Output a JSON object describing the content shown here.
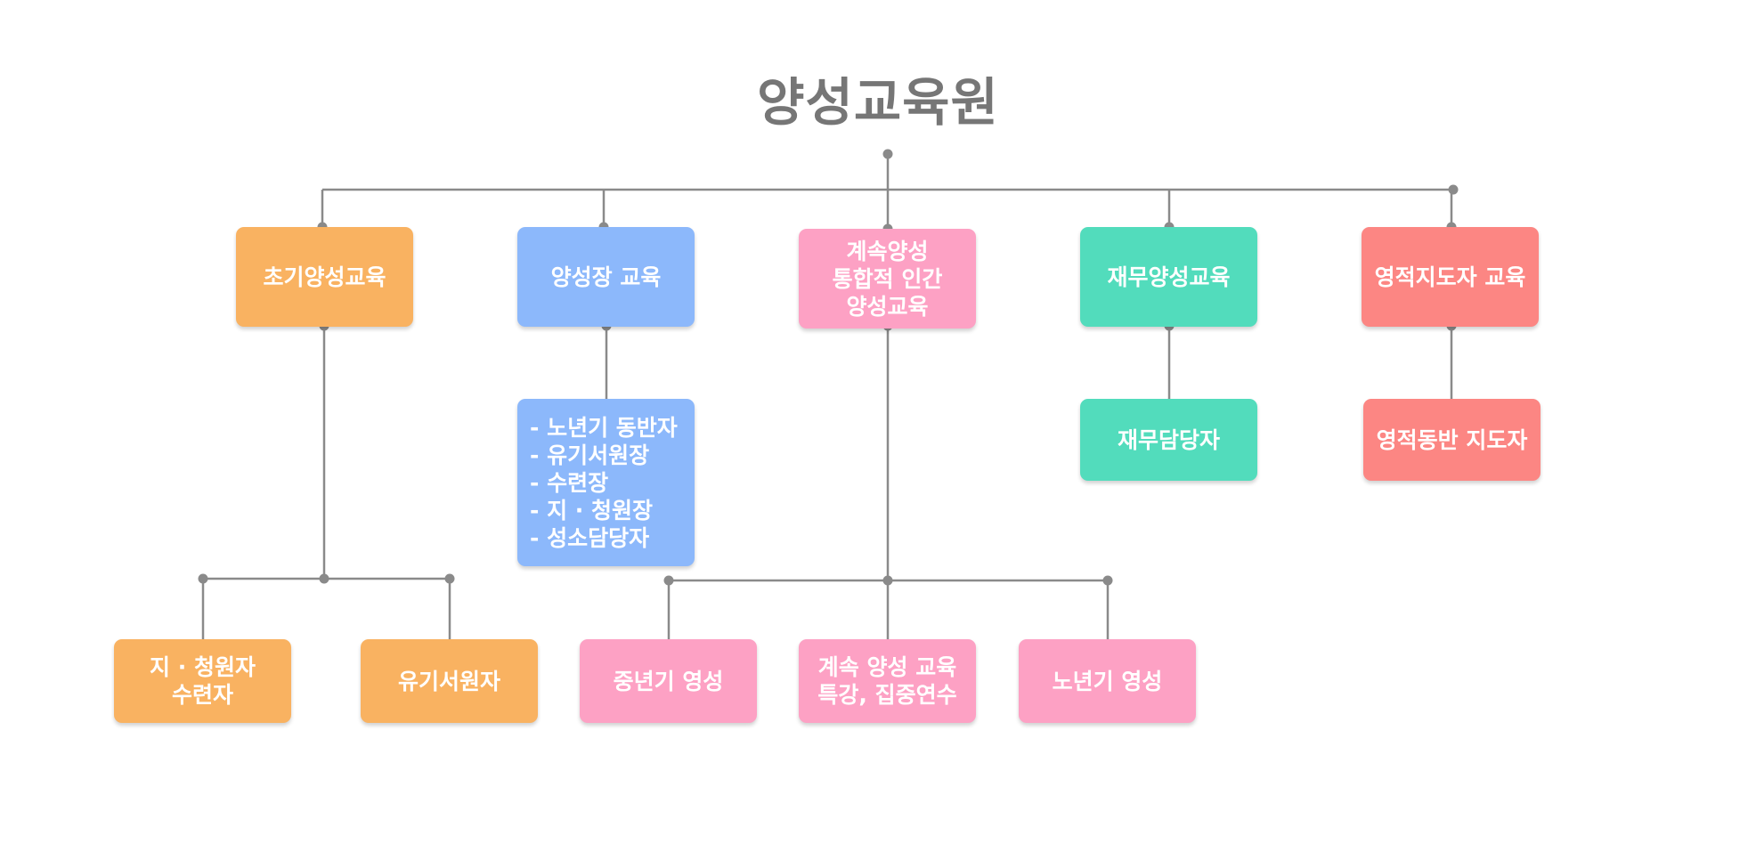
{
  "title": "양성교육원",
  "colors": {
    "orange": "#f9b261",
    "blue": "#8cb8fb",
    "pink": "#fda1c4",
    "teal": "#52dcbc",
    "red": "#fc8683",
    "line": "#8a8a8a",
    "title": "#767676"
  },
  "branches": {
    "initial": {
      "label": "초기양성교육",
      "children": [
        "지 · 청원자\n수련자",
        "유기서원자"
      ]
    },
    "formator": {
      "label": "양성장 교육",
      "detail": "- 노년기 동반자\n- 유기서원장\n- 수련장\n- 지 · 청원장\n- 성소담당자"
    },
    "ongoing": {
      "label": "계속양성\n통합적 인간\n양성교육",
      "children": [
        "중년기 영성",
        "계속 양성 교육\n특강, 집중연수",
        "노년기 영성"
      ]
    },
    "finance": {
      "label": "재무양성교육",
      "child": "재무담당자"
    },
    "spiritual": {
      "label": "영적지도자 교육",
      "child": "영적동반 지도자"
    }
  }
}
